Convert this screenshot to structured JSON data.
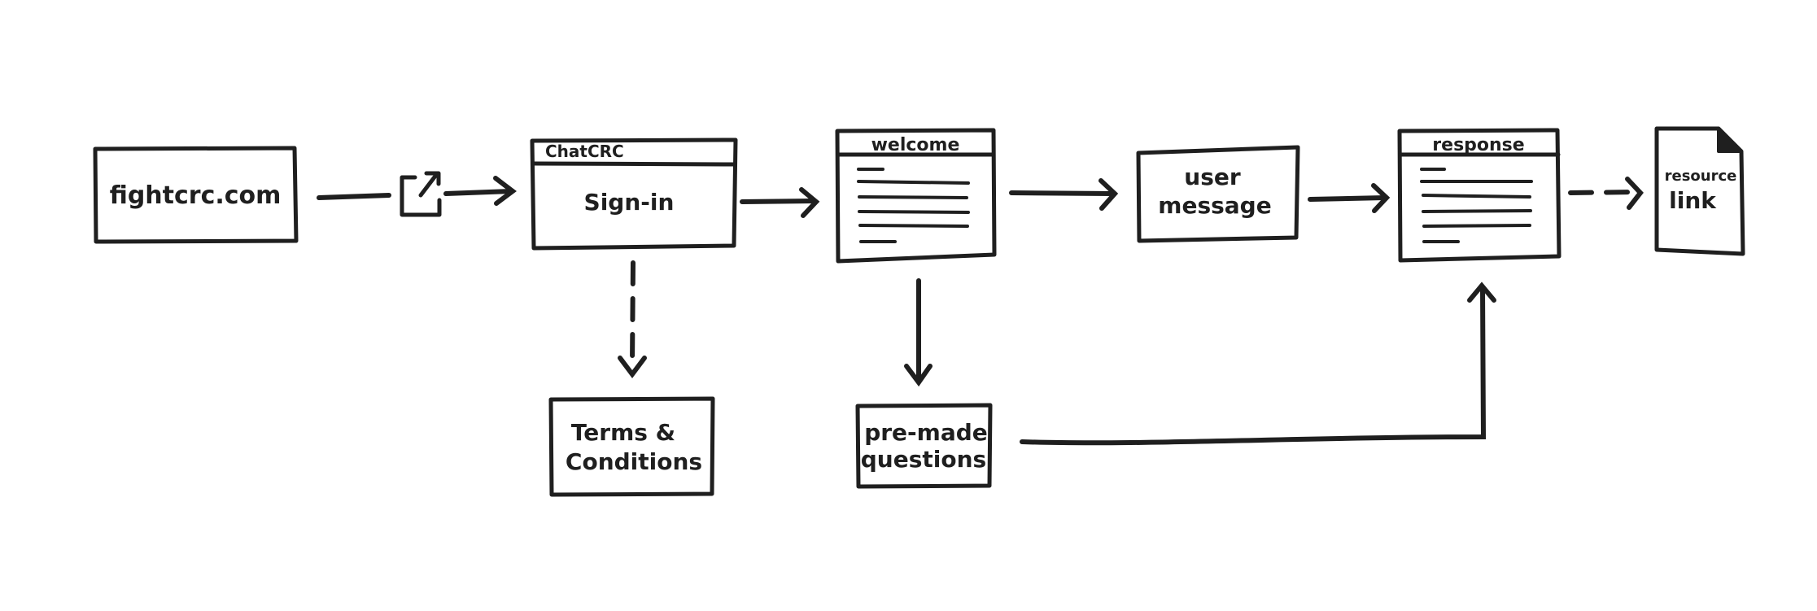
{
  "nodes": {
    "site": {
      "label": "fightcrc.com"
    },
    "signin": {
      "header": "ChatCRC",
      "label": "Sign-in"
    },
    "welcome": {
      "header": "welcome"
    },
    "user_message": {
      "line1": "user",
      "line2": "message"
    },
    "response": {
      "header": "response"
    },
    "resource": {
      "line1": "resource",
      "line2": "link"
    },
    "terms": {
      "line1": "Terms &",
      "line2": "Conditions"
    },
    "premade": {
      "line1": "pre-made",
      "line2": "questions"
    }
  },
  "icons": {
    "external_link": "external-link-icon"
  },
  "colors": {
    "ink": "#1f1f1f",
    "background": "#ffffff"
  }
}
